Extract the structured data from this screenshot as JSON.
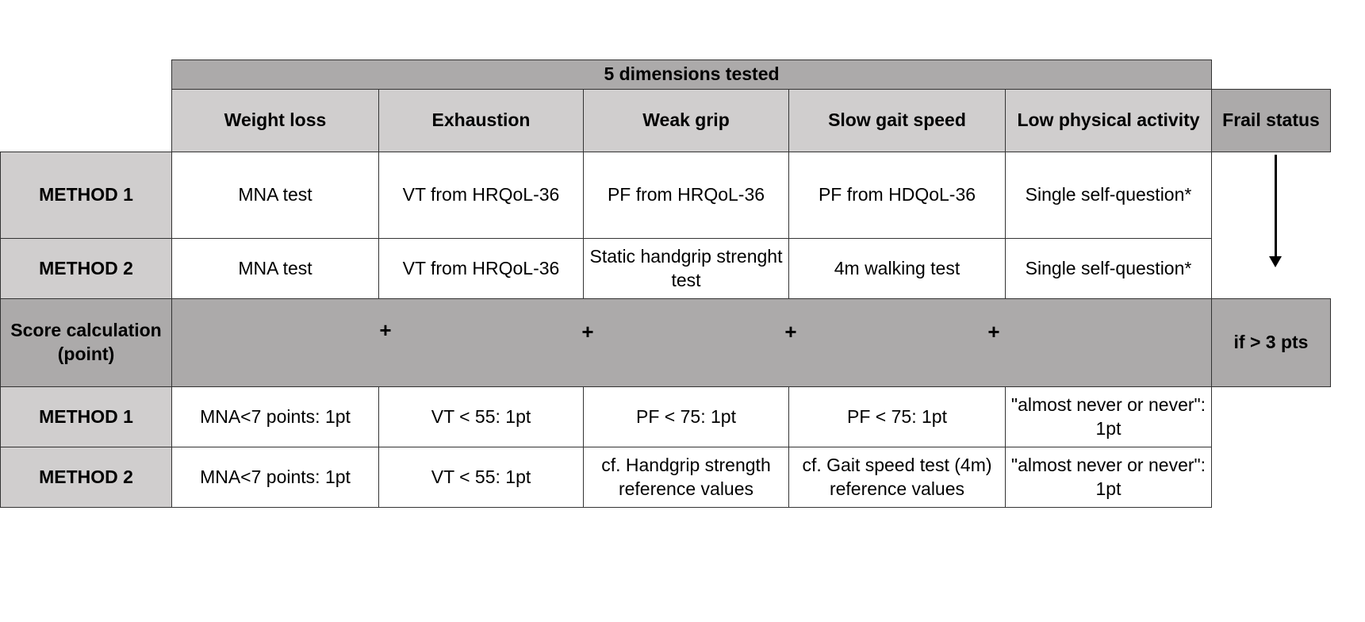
{
  "banner": "5 dimensions tested",
  "columns": [
    "Weight loss",
    "Exhaustion",
    "Weak grip",
    "Slow gait speed",
    "Low physical activity"
  ],
  "frail_status_header": "Frail status",
  "assessment": [
    {
      "method": "METHOD 1",
      "cells": [
        "MNA test",
        "VT from HRQoL-36",
        "PF from HRQoL-36",
        "PF from HDQoL-36",
        "Single self-question*"
      ]
    },
    {
      "method": "METHOD 2",
      "cells": [
        "MNA test",
        "VT from HRQoL-36",
        "Static handgrip strenght test",
        "4m walking test",
        "Single self-question*"
      ]
    }
  ],
  "score": {
    "label": "Score calculation (point)",
    "operator": "+",
    "threshold": "if  > 3 pts"
  },
  "scoring": [
    {
      "method": "METHOD 1",
      "cells": [
        "MNA<7 points: 1pt",
        "VT < 55: 1pt",
        "PF < 75: 1pt",
        "PF < 75: 1pt",
        "\"almost never or never\": 1pt"
      ]
    },
    {
      "method": "METHOD 2",
      "cells": [
        "MNA<7 points: 1pt",
        "VT < 55: 1pt",
        "cf. Handgrip strength reference values",
        "cf. Gait speed test (4m) reference values",
        "\"almost never or never\": 1pt"
      ]
    }
  ],
  "colors": {
    "dark_gray": "#acaaaa",
    "light_gray": "#d0cece",
    "white": "#ffffff",
    "border": "#333333"
  },
  "icons": {
    "arrow": "down-arrow-icon"
  }
}
